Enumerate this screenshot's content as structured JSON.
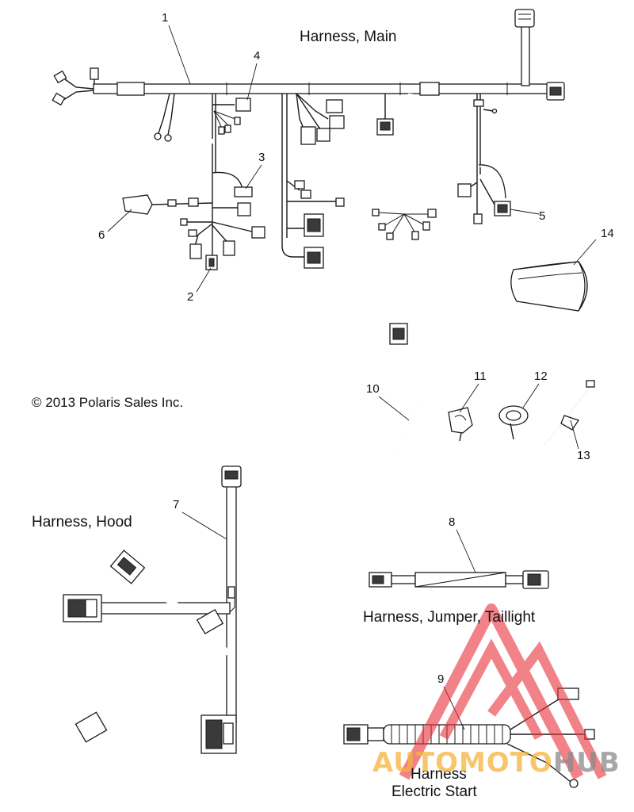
{
  "titles": {
    "main": "Harness, Main",
    "hood": "Harness, Hood",
    "jumper": "Harness, Jumper, Taillight",
    "estart_line1": "Harness",
    "estart_line2": "Electric Start"
  },
  "copyright": "© 2013 Polaris Sales Inc.",
  "callouts": {
    "c1": "1",
    "c2": "2",
    "c3": "3",
    "c4": "4",
    "c5": "5",
    "c6": "6",
    "c7": "7",
    "c8": "8",
    "c9": "9",
    "c10": "10",
    "c11": "11",
    "c12": "12",
    "c13": "13",
    "c14": "14"
  },
  "watermark": {
    "part1": "AUTOMOTO",
    "part2": "HUB",
    "color1": "#f5b43c",
    "color2": "#8a8a8a",
    "logo_color": "#e8303a"
  }
}
